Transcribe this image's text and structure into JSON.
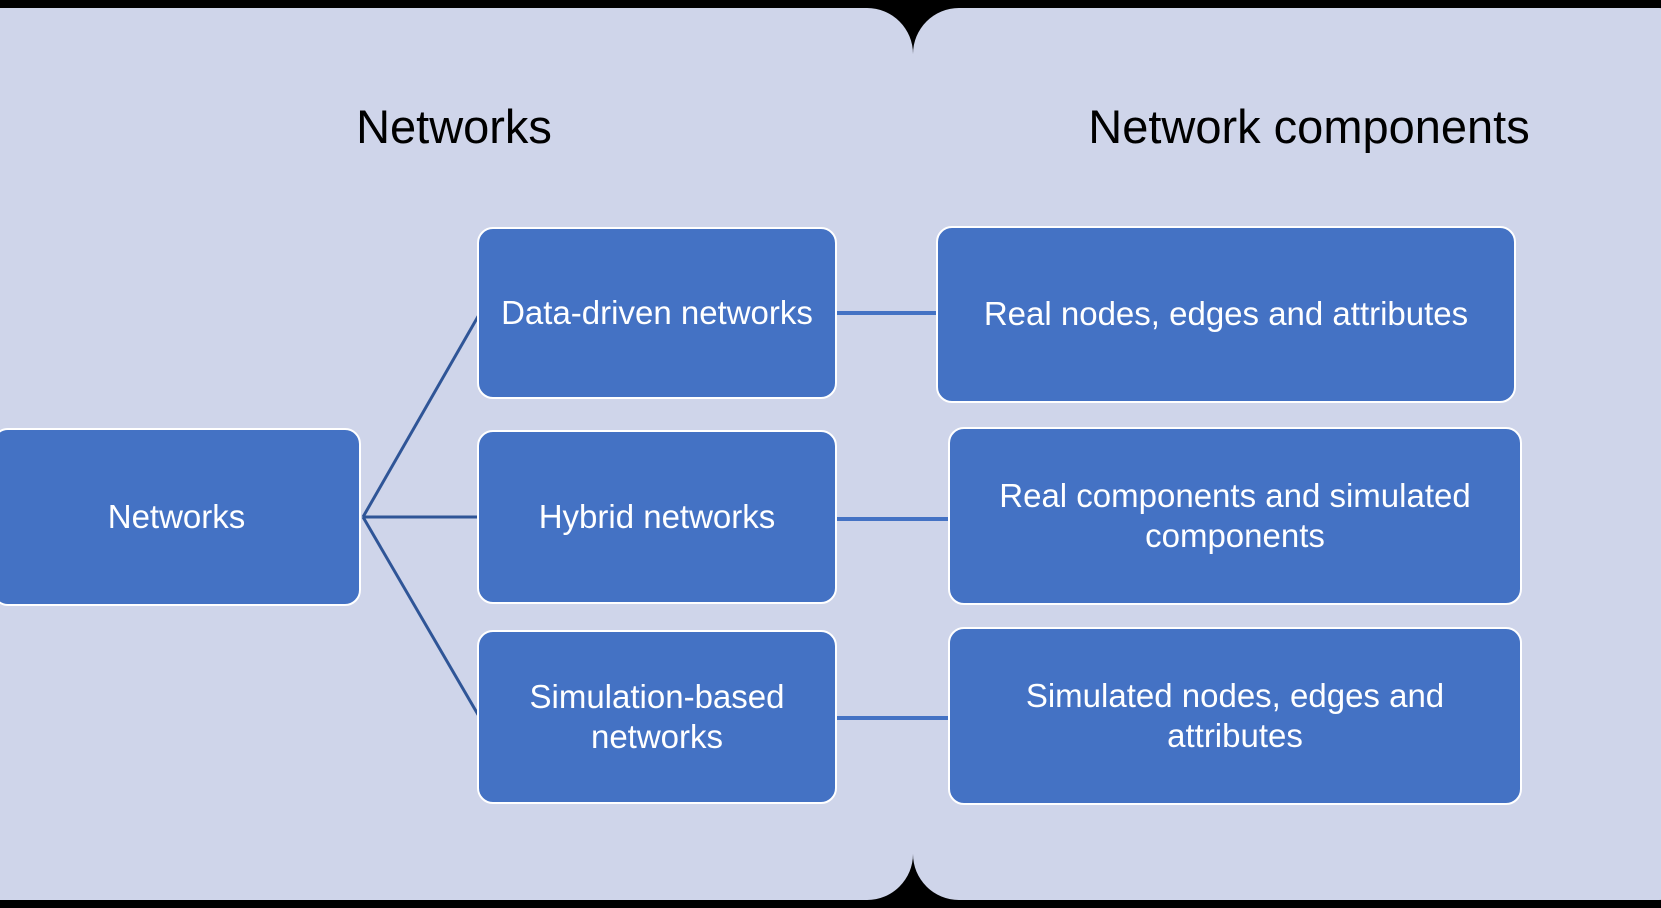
{
  "diagram": {
    "type": "hierarchy",
    "panels": [
      {
        "id": "networks",
        "title": "Networks"
      },
      {
        "id": "components",
        "title": "Network components"
      }
    ],
    "root": {
      "label": "Networks"
    },
    "categories": [
      {
        "label": "Data-driven networks",
        "component": "Real nodes, edges and attributes"
      },
      {
        "label": "Hybrid networks",
        "component": "Real components and simulated components"
      },
      {
        "label": "Simulation-based networks",
        "component": "Simulated nodes, edges and attributes"
      }
    ],
    "colors": {
      "panel_background": "#cfd5ea",
      "node_fill": "#4472c4",
      "node_border": "#ffffff",
      "node_text": "#ffffff",
      "connector": "#2f5597",
      "canvas": "#000000",
      "title_text": "#000000"
    }
  }
}
